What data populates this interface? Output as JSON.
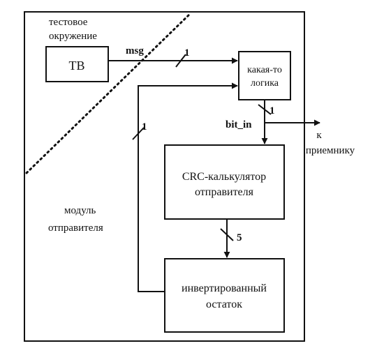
{
  "colors": {
    "stroke": "#111111",
    "background": "#ffffff"
  },
  "labels": {
    "test_env_line1": "тестовое",
    "test_env_line2": "окружение",
    "module_line1": "модуль",
    "module_line2": "отправителя",
    "msg": "msg",
    "bit_in": "bit_in",
    "width_msg": "1",
    "width_logic_out": "1",
    "width_feedback": "1",
    "width_crc": "5",
    "receiver_line1": "к",
    "receiver_line2": "приемнику"
  },
  "blocks": {
    "tb": "TB",
    "logic_line1": "какая-то",
    "logic_line2": "логика",
    "crc_line1": "CRC-калькулятор",
    "crc_line2": "отправителя",
    "inverted_line1": "инвертированный",
    "inverted_line2": "остаток"
  }
}
